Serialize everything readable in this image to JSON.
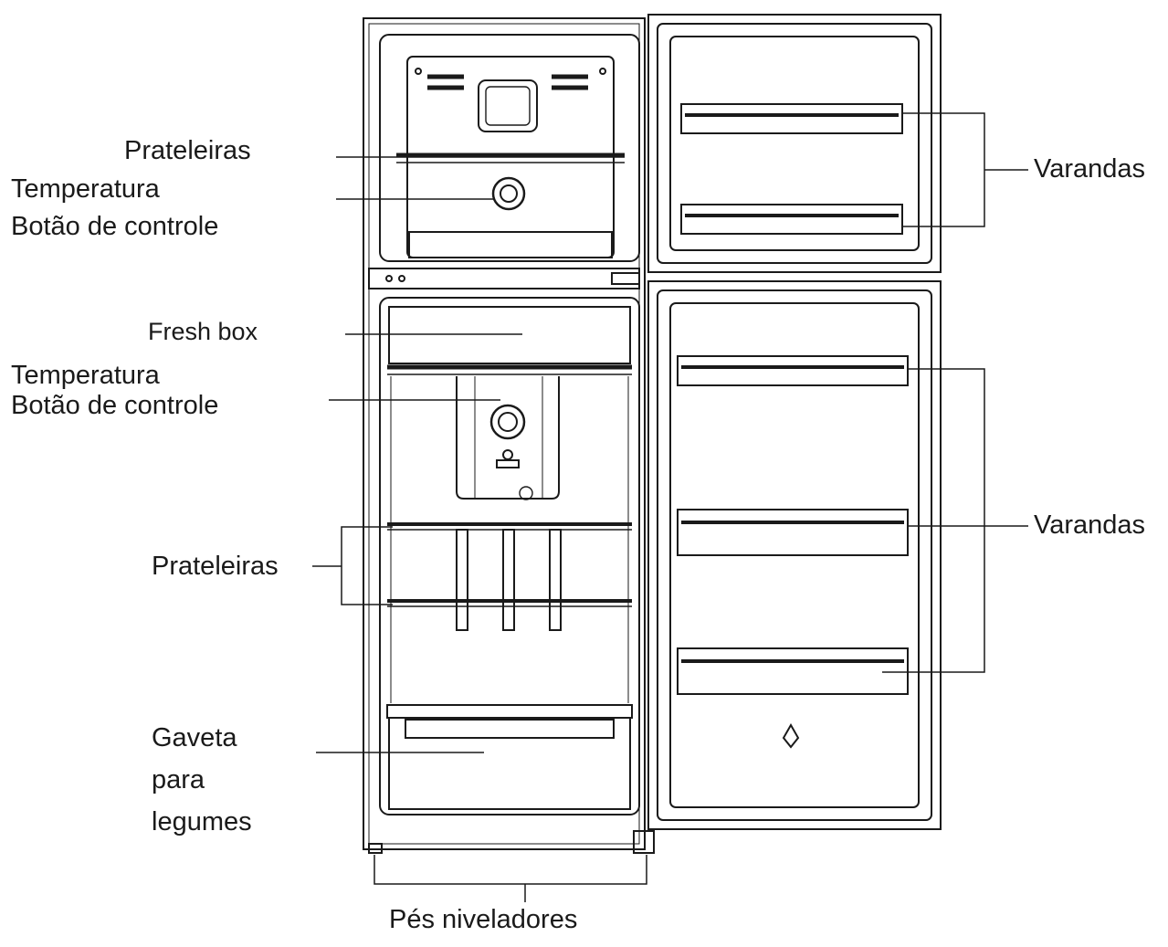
{
  "labels": {
    "freezer_shelves": "Prateleiras",
    "freezer_temp_line1": "Temperatura",
    "freezer_temp_line2": "Botão de controle",
    "fresh_box": "Fresh box",
    "fridge_temp_line1": "Temperatura",
    "fridge_temp_line2": "Botão de controle",
    "fridge_shelves": "Prateleiras",
    "crisper_line1": "Gaveta",
    "crisper_line2": "para",
    "crisper_line3": "legumes",
    "leveling_feet": "Pés niveladores",
    "freezer_door_balconies": "Varandas",
    "fridge_door_balconies": "Varandas"
  }
}
